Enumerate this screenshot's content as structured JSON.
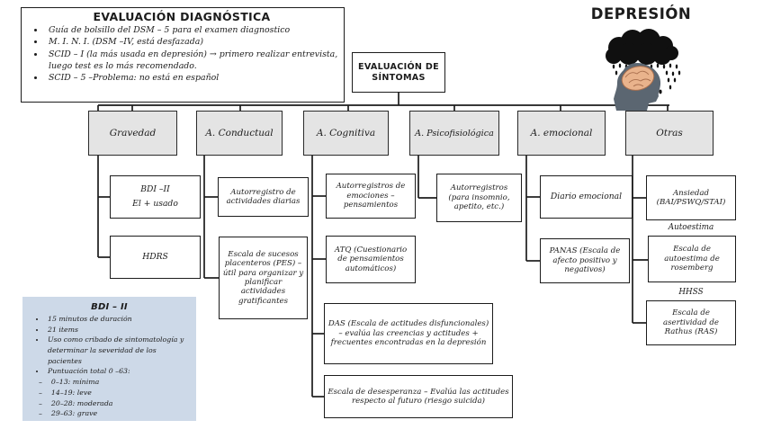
{
  "page_title": "DEPRESIÓN",
  "diagnostic": {
    "title": "EVALUACIÓN DIAGNÓSTICA",
    "bullets": [
      "Guía de bolsillo del DSM – 5 para el examen diagnostico",
      "M. I. N. I. (DSM –IV, está desfazada)",
      "SCID – I (la más usada en depresión) → primero realizar entrevista, luego test es lo más recomendado.",
      "SCID – 5 –Problema: no está en español"
    ]
  },
  "root": {
    "label": "EVALUACIÓN DE SÍNTOMAS"
  },
  "categories": [
    {
      "label": "Gravedad",
      "items": [
        {
          "text": "BDI –II\nEl + usado"
        },
        {
          "text": "HDRS"
        }
      ]
    },
    {
      "label": "A. Conductual",
      "items": [
        {
          "text": "Autorregistro de actividades diarias"
        },
        {
          "text": "Escala de sucesos placenteros (PES) – útil para organizar y planificar actividades gratificantes"
        }
      ]
    },
    {
      "label": "A. Cognitiva",
      "items": [
        {
          "text": "Autorregistros de emociones – pensamientos"
        },
        {
          "text": "ATQ (Cuestionario de pensamientos automáticos)"
        },
        {
          "text": "DAS (Escala de actitudes disfuncionales) – evalúa las creencias y actitudes + frecuentes encontradas en la depresión"
        },
        {
          "text": "Escala de desesperanza – Evalúa las actitudes respecto al futuro (riesgo suicida)"
        }
      ]
    },
    {
      "label": "A. Psicofisiológica",
      "items": [
        {
          "text": "Autorregistros (para insomnio, apetito, etc.)"
        }
      ]
    },
    {
      "label": "A. emocional",
      "items": [
        {
          "text": "Diario emocional"
        },
        {
          "text": "PANAS (Escala de afecto positivo y negativos)"
        }
      ]
    },
    {
      "label": "Otras",
      "items": [
        {
          "text": "Ansiedad (BAI/PSWQ/STAI)"
        },
        {
          "heading": "Autoestima",
          "text": "Escala de autoestima de rosemberg"
        },
        {
          "heading": "HHSS",
          "text": "Escala de asertividad de Rathus (RAS)"
        }
      ]
    }
  ],
  "bdi_info": {
    "title": "BDI – II",
    "bullets": [
      "15 minutos de duración",
      "21 items",
      "Uso como cribado de sintomatología y determinar la severidad de los pacientes",
      "Puntuación total 0 –63:"
    ],
    "ranges": [
      "0–13: mínima",
      "14–19: leve",
      "20–28: moderada",
      "29–63: grave"
    ]
  },
  "colors": {
    "line": "#1c1c1c",
    "category_fill": "#e4e4e4",
    "info_fill": "#cdd9e8",
    "head_gray": "#5b6671",
    "brain_tan": "#e9b38c",
    "cloud_black": "#101010"
  }
}
